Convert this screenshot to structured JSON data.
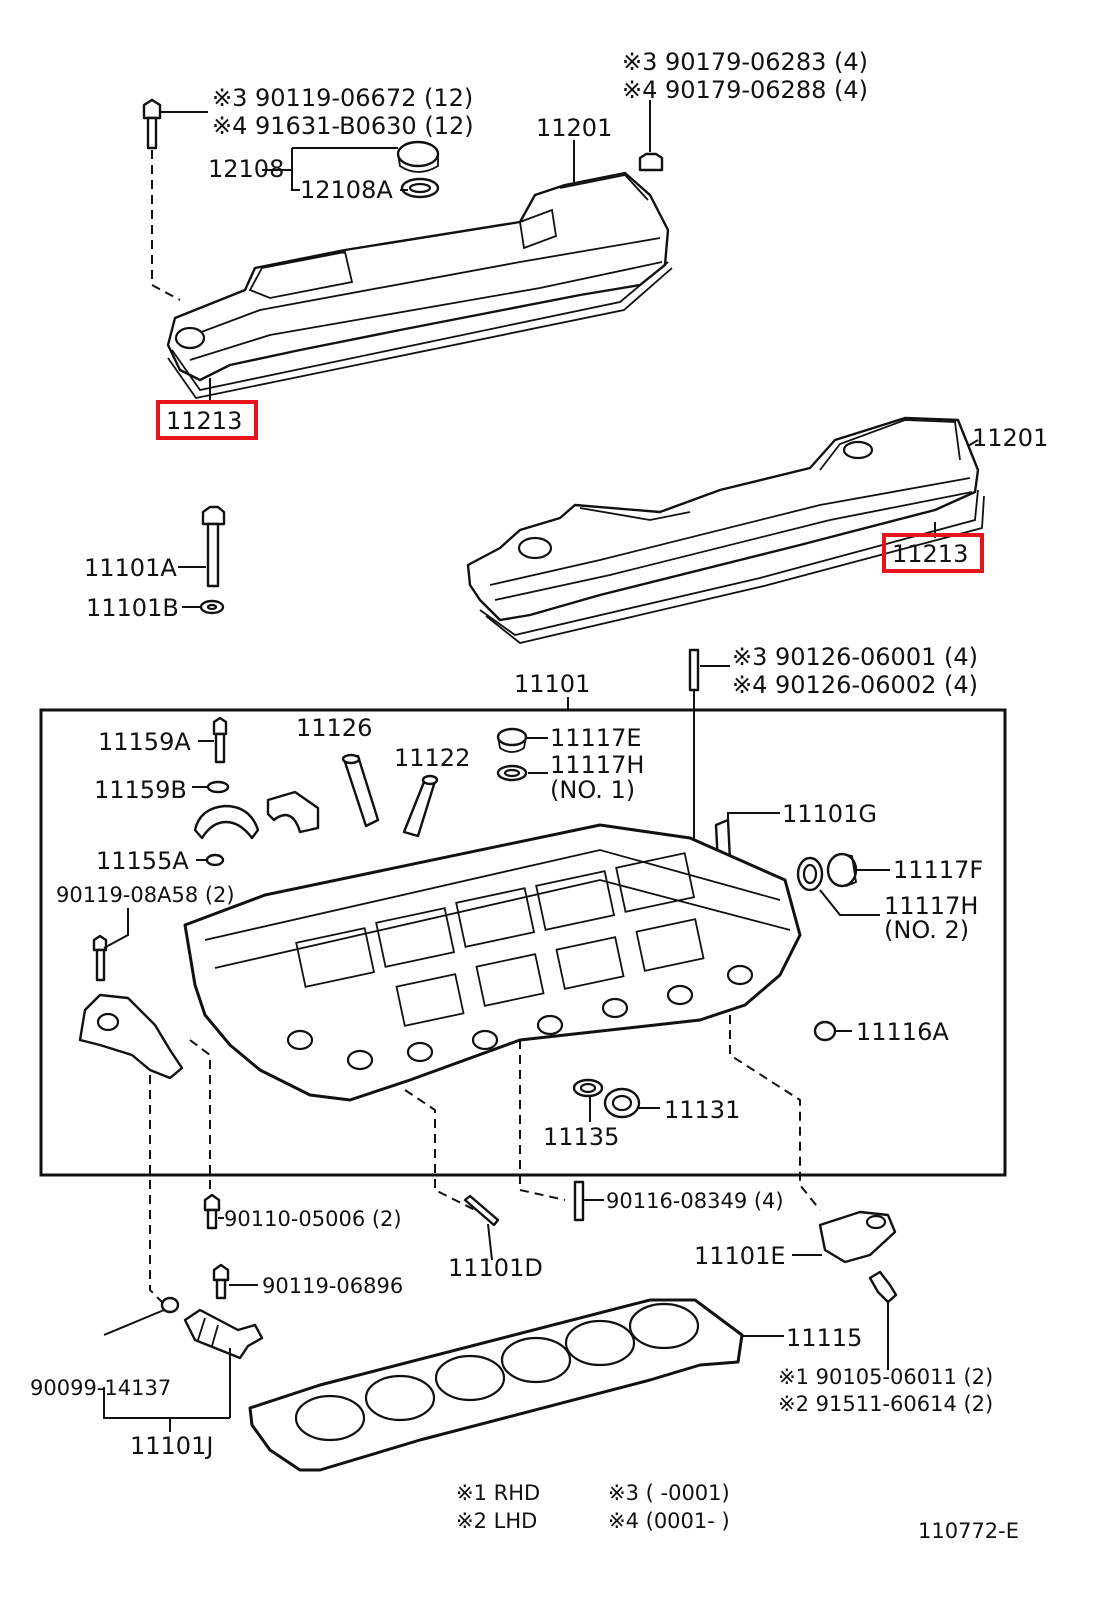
{
  "diagram_id": "110772-E",
  "labels": {
    "top_note_1": "※3  90119-06672 (12)",
    "top_note_2": "※4  91631-B0630 (12)",
    "top_right_note_1": "※3  90179-06283 (4)",
    "top_right_note_2": "※4  90179-06288 (4)",
    "p12108": "12108",
    "p12108A": "12108A",
    "p11201_a": "11201",
    "p11213_a": "11213",
    "p11201_b": "11201",
    "p11213_b": "11213",
    "p11101A": "11101A",
    "p11101B": "11101B",
    "stud_note_1": "※3  90126-06001 (4)",
    "stud_note_2": "※4  90126-06002 (4)",
    "p11101": "11101",
    "p11159A": "11159A",
    "p11126": "11126",
    "p11122": "11122",
    "p11117E": "11117E",
    "p11117H1": "11117H",
    "p11117H1_sub": "(NO. 1)",
    "p11159B": "11159B",
    "p11101G": "11101G",
    "p11155A": "11155A",
    "p11117F": "11117F",
    "p90119_08A58": "90119-08A58 (2)",
    "p11117H2": "11117H",
    "p11117H2_sub": "(NO. 2)",
    "p11116A": "11116A",
    "p11131": "11131",
    "p11135": "11135",
    "p90110_05006": "90110-05006 (2)",
    "p90116_08349": "90116-08349 (4)",
    "p11101D": "11101D",
    "p11101E": "11101E",
    "p90119_06896": "90119-06896",
    "p11115": "11115",
    "p90099_14137": "90099-14137",
    "bolt_note_1": "※1 90105-06011 (2)",
    "bolt_note_2": "※2 91511-60614 (2)",
    "p11101J": "11101J",
    "legend_1": "※1  RHD",
    "legend_2": "※2  LHD",
    "legend_3": "※3  (        -0001)",
    "legend_4": "※4  (0001-        )",
    "diagram_number": "110772-E"
  },
  "colors": {
    "ink": "#111111",
    "highlight": "#e8141c",
    "paper": "#ffffff"
  }
}
